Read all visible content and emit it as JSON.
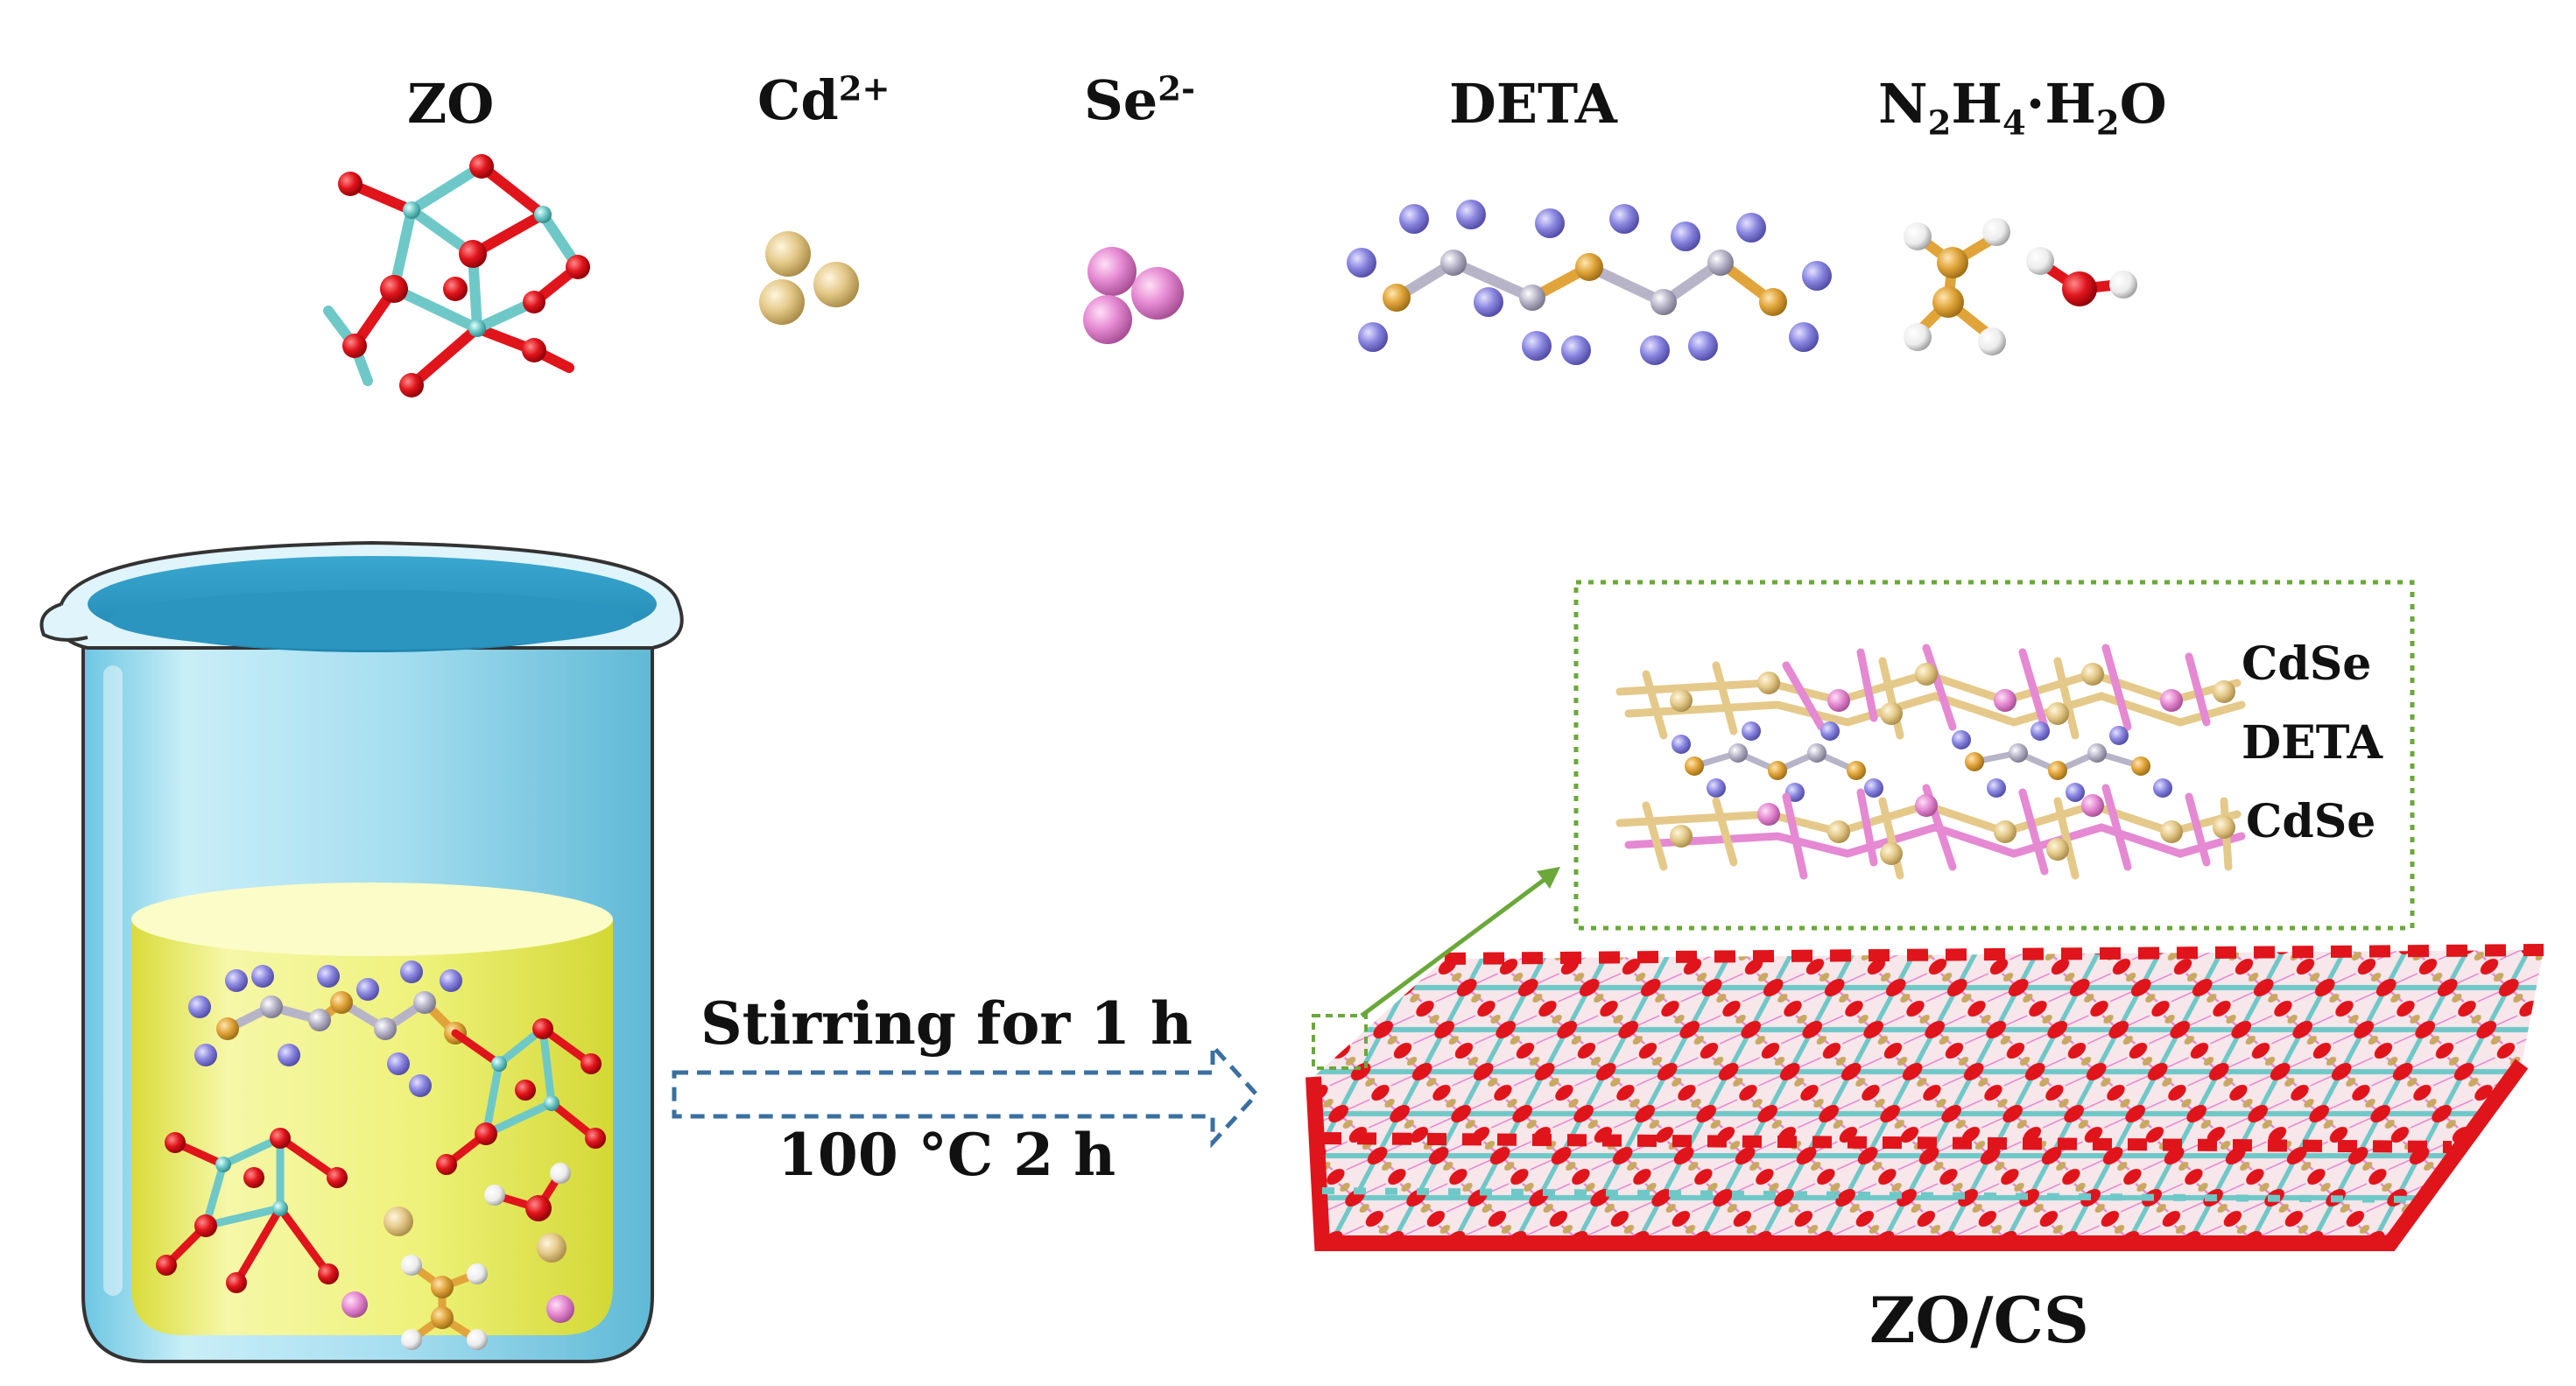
{
  "reagents": {
    "zo": "ZO",
    "cd_base": "Cd",
    "cd_sup": "2+",
    "se_base": "Se",
    "se_sup": "2-",
    "deta": "DETA",
    "n2h4_n": "N",
    "n2h4_sub1": "2",
    "n2h4_h": "H",
    "n2h4_sub2": "4",
    "n2h4_dot": "·H",
    "n2h4_sub3": "2",
    "n2h4_o": "O"
  },
  "process": {
    "step1": "Stirring for 1 h",
    "step2": "100 °C 2 h"
  },
  "inset": {
    "top_layer": "CdSe",
    "middle_layer": "DETA",
    "bottom_layer": "CdSe"
  },
  "product": "ZO/CS",
  "colors": {
    "oxygen": "#e0141b",
    "zinc": "#6fc8c8",
    "cadmium": "#e4c98a",
    "selenium": "#e589d2",
    "nitrogen_blue": "#8a86e0",
    "carbon_gray": "#b8b4c8",
    "nitrogen_orange": "#e0a43a",
    "hydrogen": "#f2f2f2",
    "solution": "#eef27a",
    "beaker_glass": "#9fd9ec",
    "arrow": "#3a6fa0",
    "inset_border": "#6aa83a"
  }
}
